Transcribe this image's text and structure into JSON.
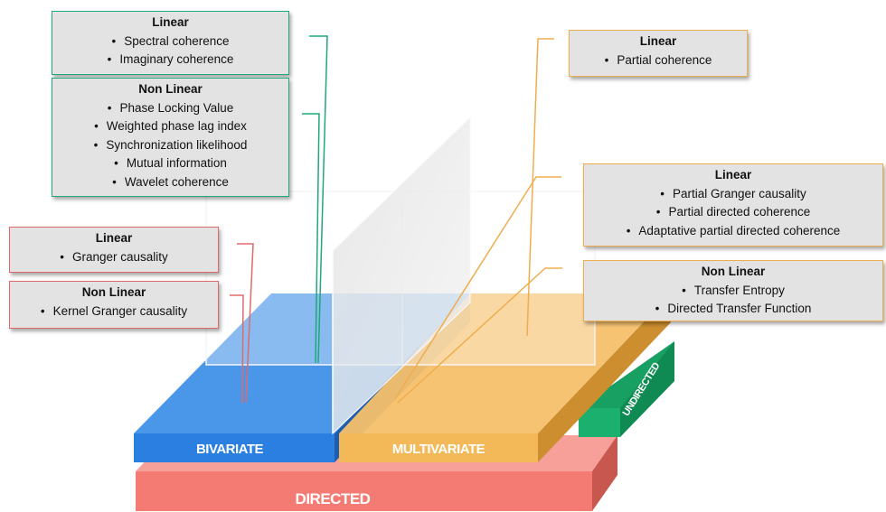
{
  "axes": {
    "bivariate": "BIVARIATE",
    "multivariate": "MULTIVARIATE",
    "directed": "DIRECTED",
    "undirected": "UNDIRECTED"
  },
  "boxes": {
    "bivariate_undirected_linear": {
      "heading": "Linear",
      "items": [
        "Spectral coherence",
        "Imaginary coherence"
      ]
    },
    "bivariate_undirected_nonlinear": {
      "heading": "Non Linear",
      "items": [
        "Phase Locking Value",
        "Weighted phase lag index",
        "Synchronization likelihood",
        "Mutual information",
        "Wavelet coherence"
      ]
    },
    "bivariate_directed_linear": {
      "heading": "Linear",
      "items": [
        "Granger causality"
      ]
    },
    "bivariate_directed_nonlinear": {
      "heading": "Non Linear",
      "items": [
        "Kernel Granger causality"
      ]
    },
    "multivariate_undirected_linear": {
      "heading": "Linear",
      "items": [
        "Partial coherence"
      ]
    },
    "multivariate_directed_linear": {
      "heading": "Linear",
      "items": [
        "Partial Granger causality",
        "Partial directed coherence",
        "Adaptative partial directed coherence"
      ]
    },
    "multivariate_directed_nonlinear": {
      "heading": "Non Linear",
      "items": [
        "Transfer Entropy",
        "Directed Transfer Function"
      ]
    }
  },
  "colors": {
    "bivariate": "#3b8ee8",
    "multivariate": "#f3b857",
    "directed": "#f47b73",
    "undirected": "#18a063",
    "connector_teal": "#1fa87a",
    "connector_orange": "#f0ad4e",
    "connector_pink": "#e06a6a"
  }
}
